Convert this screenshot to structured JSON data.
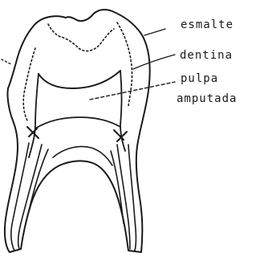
{
  "labels": {
    "esmalte": "esmalte",
    "dentina": "dentina",
    "pulpa": "pulpa",
    "amputada": "amputada"
  },
  "colors": {
    "ink": "#1a1a1a",
    "background": "#ffffff"
  }
}
